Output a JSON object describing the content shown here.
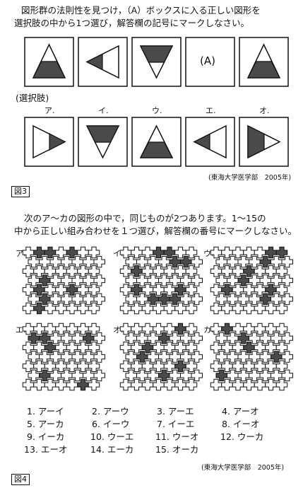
{
  "q3": {
    "instruction_line1": "図形群の法則性を見つけ，（A）ボックスに入る正しい図形を",
    "instruction_line2": "選択肢の中から1つ選び，解答欄の記号にマークしなさい。",
    "box_a_label": "(A)",
    "choices_heading": "(選択肢)",
    "choice_labels": [
      "ア.",
      "イ.",
      "ウ.",
      "エ.",
      "オ."
    ],
    "source": "(東海大学医学部　2005年)",
    "figure_label": "図3"
  },
  "q4": {
    "instruction_line1": "次のア～カの図形の中で，同じものが2つあります。1～15の",
    "instruction_line2": "中から正しい組み合わせを１つ選び，解答欄の番号にマークしなさい。",
    "pattern_labels": [
      "ア.",
      "イ.",
      "ウ.",
      "エ.",
      "オ.",
      "カ."
    ],
    "options": [
      [
        "1. アーイ",
        "2. アーウ",
        "3. アーエ",
        "4. アーオ"
      ],
      [
        "5. アーカ",
        "6. イーウ",
        "7. イーエ",
        "8. イーオ"
      ],
      [
        "9. イーカ",
        "10. ウーエ",
        "11. ウーオ",
        "12. ウーカ"
      ],
      [
        "13. エーオ",
        "14. エーカ",
        "15. オーカ"
      ]
    ],
    "source": "(東海大学医学部　2005年)",
    "figure_label": "図4"
  },
  "colors": {
    "ink": "#111111",
    "fill": "#4a4a4a",
    "paper": "#ffffff"
  }
}
